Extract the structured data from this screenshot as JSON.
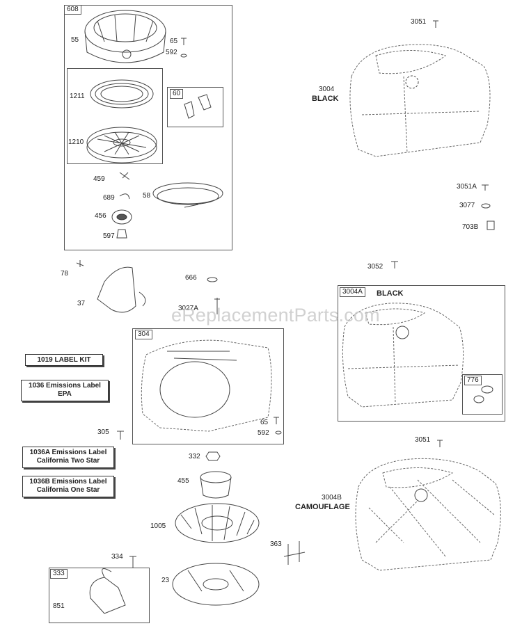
{
  "watermark": "eReplacementParts.com",
  "groups": {
    "g608": "608",
    "g60": "60",
    "g304": "304",
    "g3004A": "3004A",
    "g776": "776",
    "g333": "333"
  },
  "parts": {
    "p55": "55",
    "p65a": "65",
    "p592a": "592",
    "p1211": "1211",
    "p1210": "1210",
    "p459": "459",
    "p689": "689",
    "p58": "58",
    "p456": "456",
    "p597": "597",
    "p78": "78",
    "p37": "37",
    "p666": "666",
    "p3027A": "3027A",
    "p305": "305",
    "p65b": "65",
    "p592b": "592",
    "p332": "332",
    "p455": "455",
    "p1005": "1005",
    "p334": "334",
    "p23": "23",
    "p851": "851",
    "p363": "363",
    "p3051a": "3051",
    "p3004": "3004",
    "p3051A": "3051A",
    "p3077": "3077",
    "p703B": "703B",
    "p3052": "3052",
    "p3051b": "3051",
    "p3004B": "3004B"
  },
  "notes": {
    "black1": "BLACK",
    "black2": "BLACK",
    "camo": "CAMOUFLAGE"
  },
  "kits": {
    "k1019": "1019 LABEL KIT",
    "k1036_l1": "1036 Emissions Label",
    "k1036_l2": "EPA",
    "k1036A_l1": "1036A Emissions Label",
    "k1036A_l2": "California Two Star",
    "k1036B_l1": "1036B Emissions Label",
    "k1036B_l2": "California One Star"
  }
}
